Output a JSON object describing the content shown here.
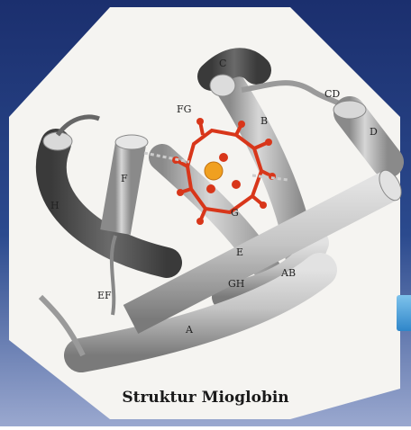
{
  "caption": "Struktur Mioglobin",
  "helix_labels": {
    "A": "A",
    "B": "B",
    "C": "C",
    "CD": "CD",
    "D": "D",
    "E": "E",
    "F": "F",
    "G": "G",
    "H": "H",
    "AB": "AB",
    "EF": "EF",
    "FG": "FG",
    "GH": "GH"
  },
  "colors": {
    "background_top": "#1b2f6e",
    "background_bottom": "#8e9ec7",
    "panel": "#f5f4f1",
    "helix": "#b7b7b7",
    "heme": "#d8361a",
    "iron": "#f0a020"
  }
}
